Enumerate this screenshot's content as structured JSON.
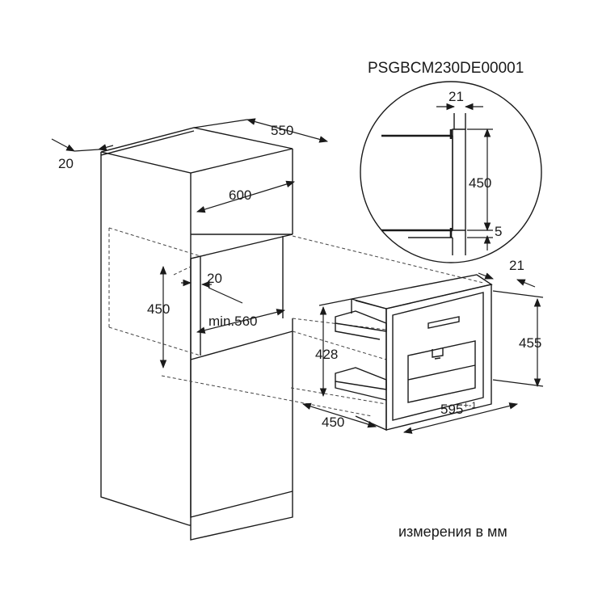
{
  "header": {
    "model_code": "PSGBCM230DE00001"
  },
  "footer": {
    "units_note": "измерения в мм"
  },
  "cabinet": {
    "depth": "550",
    "width": "600",
    "side_offset": "20",
    "niche_height": "450",
    "niche_gap": "20",
    "niche_min_width": "min.560"
  },
  "appliance": {
    "front_thickness": "21",
    "height": "455",
    "body_height": "428",
    "depth": "450",
    "width": "595",
    "width_tolerance": "+-1"
  },
  "detail": {
    "top_gap": "21",
    "height": "450",
    "bottom_gap": "5"
  }
}
